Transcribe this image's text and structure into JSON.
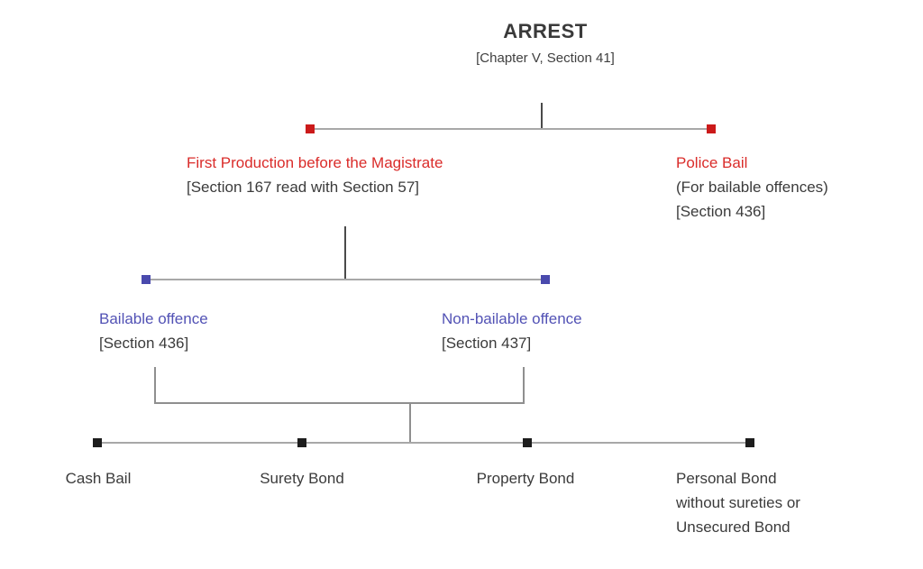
{
  "diagram": {
    "root": {
      "title": "ARREST",
      "subtitle": "[Chapter V, Section 41]"
    },
    "level1": {
      "first_production": {
        "heading": "First Production before the Magistrate",
        "detail": "[Section 167 read with Section 57]"
      },
      "police_bail": {
        "heading": "Police Bail",
        "detail1": "(For bailable offences)",
        "detail2": "[Section 436]"
      }
    },
    "level2": {
      "bailable": {
        "heading": "Bailable offence",
        "detail": "[Section 436]"
      },
      "non_bailable": {
        "heading": "Non-bailable offence",
        "detail": "[Section 437]"
      }
    },
    "bonds": {
      "cash": "Cash Bail",
      "surety": "Surety Bond",
      "property": "Property Bond",
      "personal": "Personal Bond\nwithout sureties or\nUnsecured Bond"
    }
  },
  "colors": {
    "red_text": "#da2c2a",
    "red_marker": "#cb1a1a",
    "blue_text": "#5252b5",
    "blue_marker": "#4a4aad",
    "dark_text": "#3b3b3b",
    "gray_line": "#a8a8a8",
    "dark_line": "#4a4a4a",
    "black_marker": "#1d1d1d"
  }
}
